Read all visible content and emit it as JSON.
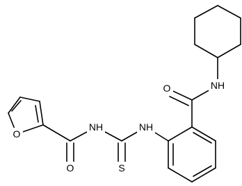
{
  "molecule": {
    "atom_labels": {
      "furan_o": "O",
      "amide1_o": "O",
      "amide1_nh": "NH",
      "thio_s": "S",
      "thio_nh": "NH",
      "amide2_o": "O",
      "amide2_nh": "NH"
    },
    "colors": {
      "bond": "#000000",
      "label": "#000000",
      "background": "#ffffff"
    }
  }
}
